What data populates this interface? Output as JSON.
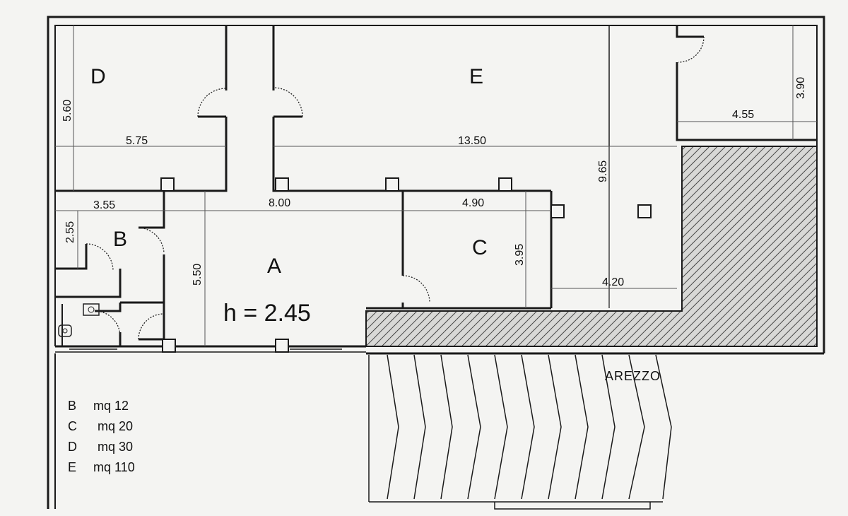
{
  "rooms": {
    "A": "A",
    "B": "B",
    "C": "C",
    "D": "D",
    "E": "E"
  },
  "height_label": "h = 2.45",
  "dimensions": {
    "d_width": "5.75",
    "d_height": "5.60",
    "e_width": "13.50",
    "e_height": "9.65",
    "top_right_height": "3.90",
    "top_right_width": "4.55",
    "b_width": "3.55",
    "b_height": "2.55",
    "a_width": "8.00",
    "a_height": "5.50",
    "c_width": "4.90",
    "c_height": "3.95",
    "right_width": "4.20"
  },
  "legend": [
    {
      "room": "B",
      "area": "mq 12"
    },
    {
      "room": "C",
      "area": "mq 20"
    },
    {
      "room": "D",
      "area": "mq 30"
    },
    {
      "room": "E",
      "area": "mq 110"
    }
  ],
  "street": "AREZZO"
}
